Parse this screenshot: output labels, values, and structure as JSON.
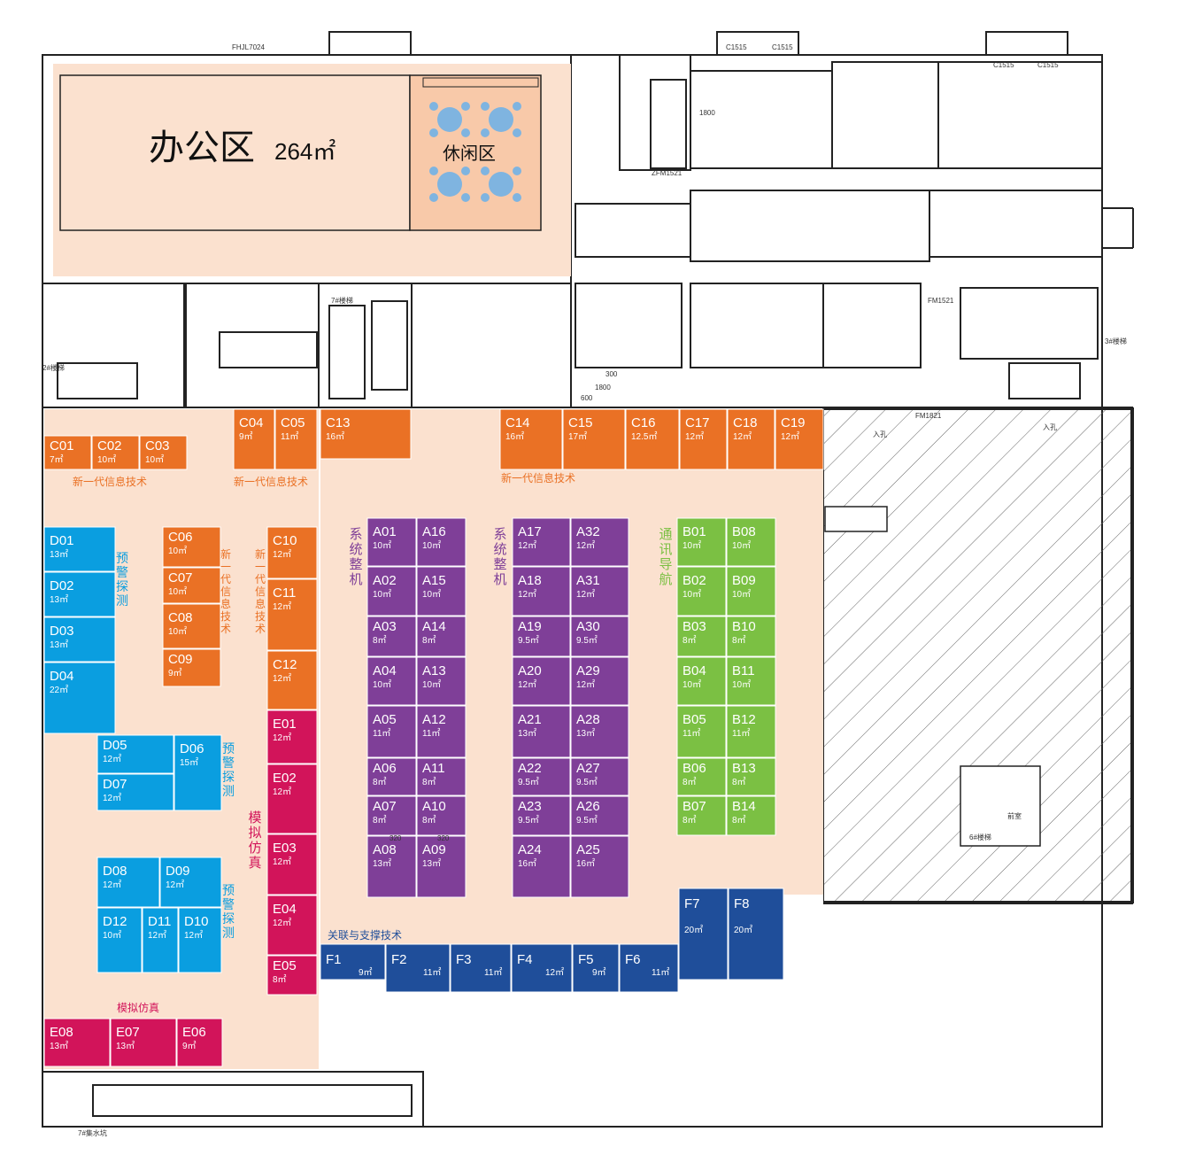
{
  "colors": {
    "zone_bg": "#fbe1cf",
    "orange": "#ea7125",
    "purple": "#7f3f98",
    "green": "#7bc043",
    "cyan": "#0a9ee0",
    "crimson": "#d2145a",
    "navy": "#1f4e9a",
    "office_bg": "#fbe1cf",
    "lounge_bg": "#f8c9a9",
    "table_blue": "#7fb4e0",
    "wall": "#222222",
    "hatch": "#555555"
  },
  "office": {
    "title": "办公区",
    "area": "264㎡",
    "lounge": "休闲区"
  },
  "zones": {
    "new_gen_it_top_left": "新一代信息技术",
    "new_gen_it_top_mid": "新一代信息技术",
    "new_gen_it_top_right": "新一代信息技术",
    "new_gen_it_vertical_a": "新一代信息技术",
    "new_gen_it_vertical_b": "新一代信息技术",
    "warning_detect_a": "预警探测",
    "warning_detect_b": "预警探测",
    "warning_detect_c": "预警探测",
    "simulation_vertical": "模拟仿真",
    "simulation_bottom": "模拟仿真",
    "system_integration_a": "系统整机",
    "system_integration_b": "系统整机",
    "comm_nav": "通讯导航",
    "support_tech": "关联与支撑技术"
  },
  "booths": [
    {
      "id": "C01",
      "area": "7㎡",
      "group": "orange"
    },
    {
      "id": "C02",
      "area": "10㎡",
      "group": "orange"
    },
    {
      "id": "C03",
      "area": "10㎡",
      "group": "orange"
    },
    {
      "id": "C04",
      "area": "9㎡",
      "group": "orange"
    },
    {
      "id": "C05",
      "area": "11㎡",
      "group": "orange"
    },
    {
      "id": "C13",
      "area": "16㎡",
      "group": "orange"
    },
    {
      "id": "C14",
      "area": "16㎡",
      "group": "orange"
    },
    {
      "id": "C15",
      "area": "17㎡",
      "group": "orange"
    },
    {
      "id": "C16",
      "area": "12.5㎡",
      "group": "orange"
    },
    {
      "id": "C17",
      "area": "12㎡",
      "group": "orange"
    },
    {
      "id": "C18",
      "area": "12㎡",
      "group": "orange"
    },
    {
      "id": "C19",
      "area": "12㎡",
      "group": "orange"
    },
    {
      "id": "C06",
      "area": "10㎡",
      "group": "orange"
    },
    {
      "id": "C07",
      "area": "10㎡",
      "group": "orange"
    },
    {
      "id": "C08",
      "area": "10㎡",
      "group": "orange"
    },
    {
      "id": "C09",
      "area": "9㎡",
      "group": "orange"
    },
    {
      "id": "C10",
      "area": "12㎡",
      "group": "orange"
    },
    {
      "id": "C11",
      "area": "12㎡",
      "group": "orange"
    },
    {
      "id": "C12",
      "area": "12㎡",
      "group": "orange"
    },
    {
      "id": "D01",
      "area": "13㎡",
      "group": "cyan"
    },
    {
      "id": "D02",
      "area": "13㎡",
      "group": "cyan"
    },
    {
      "id": "D03",
      "area": "13㎡",
      "group": "cyan"
    },
    {
      "id": "D04",
      "area": "22㎡",
      "group": "cyan"
    },
    {
      "id": "D05",
      "area": "12㎡",
      "group": "cyan"
    },
    {
      "id": "D06",
      "area": "15㎡",
      "group": "cyan"
    },
    {
      "id": "D07",
      "area": "12㎡",
      "group": "cyan"
    },
    {
      "id": "D08",
      "area": "12㎡",
      "group": "cyan"
    },
    {
      "id": "D09",
      "area": "12㎡",
      "group": "cyan"
    },
    {
      "id": "D12",
      "area": "10㎡",
      "group": "cyan"
    },
    {
      "id": "D11",
      "area": "12㎡",
      "group": "cyan"
    },
    {
      "id": "D10",
      "area": "12㎡",
      "group": "cyan"
    },
    {
      "id": "E01",
      "area": "12㎡",
      "group": "crimson"
    },
    {
      "id": "E02",
      "area": "12㎡",
      "group": "crimson"
    },
    {
      "id": "E03",
      "area": "12㎡",
      "group": "crimson"
    },
    {
      "id": "E04",
      "area": "12㎡",
      "group": "crimson"
    },
    {
      "id": "E05",
      "area": "8㎡",
      "group": "crimson"
    },
    {
      "id": "E08",
      "area": "13㎡",
      "group": "crimson"
    },
    {
      "id": "E07",
      "area": "13㎡",
      "group": "crimson"
    },
    {
      "id": "E06",
      "area": "9㎡",
      "group": "crimson"
    },
    {
      "id": "A01",
      "area": "10㎡",
      "group": "purple"
    },
    {
      "id": "A16",
      "area": "10㎡",
      "group": "purple"
    },
    {
      "id": "A02",
      "area": "10㎡",
      "group": "purple"
    },
    {
      "id": "A15",
      "area": "10㎡",
      "group": "purple"
    },
    {
      "id": "A03",
      "area": "8㎡",
      "group": "purple"
    },
    {
      "id": "A14",
      "area": "8㎡",
      "group": "purple"
    },
    {
      "id": "A04",
      "area": "10㎡",
      "group": "purple"
    },
    {
      "id": "A13",
      "area": "10㎡",
      "group": "purple"
    },
    {
      "id": "A05",
      "area": "11㎡",
      "group": "purple"
    },
    {
      "id": "A12",
      "area": "11㎡",
      "group": "purple"
    },
    {
      "id": "A06",
      "area": "8㎡",
      "group": "purple"
    },
    {
      "id": "A11",
      "area": "8㎡",
      "group": "purple"
    },
    {
      "id": "A07",
      "area": "8㎡",
      "group": "purple"
    },
    {
      "id": "A10",
      "area": "8㎡",
      "group": "purple"
    },
    {
      "id": "A08",
      "area": "13㎡",
      "group": "purple"
    },
    {
      "id": "A09",
      "area": "13㎡",
      "group": "purple"
    },
    {
      "id": "A17",
      "area": "12㎡",
      "group": "purple"
    },
    {
      "id": "A32",
      "area": "12㎡",
      "group": "purple"
    },
    {
      "id": "A18",
      "area": "12㎡",
      "group": "purple"
    },
    {
      "id": "A31",
      "area": "12㎡",
      "group": "purple"
    },
    {
      "id": "A19",
      "area": "9.5㎡",
      "group": "purple"
    },
    {
      "id": "A30",
      "area": "9.5㎡",
      "group": "purple"
    },
    {
      "id": "A20",
      "area": "12㎡",
      "group": "purple"
    },
    {
      "id": "A29",
      "area": "12㎡",
      "group": "purple"
    },
    {
      "id": "A21",
      "area": "13㎡",
      "group": "purple"
    },
    {
      "id": "A28",
      "area": "13㎡",
      "group": "purple"
    },
    {
      "id": "A22",
      "area": "9.5㎡",
      "group": "purple"
    },
    {
      "id": "A27",
      "area": "9.5㎡",
      "group": "purple"
    },
    {
      "id": "A23",
      "area": "9.5㎡",
      "group": "purple"
    },
    {
      "id": "A26",
      "area": "9.5㎡",
      "group": "purple"
    },
    {
      "id": "A24",
      "area": "16㎡",
      "group": "purple"
    },
    {
      "id": "A25",
      "area": "16㎡",
      "group": "purple"
    },
    {
      "id": "B01",
      "area": "10㎡",
      "group": "green"
    },
    {
      "id": "B08",
      "area": "10㎡",
      "group": "green"
    },
    {
      "id": "B02",
      "area": "10㎡",
      "group": "green"
    },
    {
      "id": "B09",
      "area": "10㎡",
      "group": "green"
    },
    {
      "id": "B03",
      "area": "8㎡",
      "group": "green"
    },
    {
      "id": "B10",
      "area": "8㎡",
      "group": "green"
    },
    {
      "id": "B04",
      "area": "10㎡",
      "group": "green"
    },
    {
      "id": "B11",
      "area": "10㎡",
      "group": "green"
    },
    {
      "id": "B05",
      "area": "11㎡",
      "group": "green"
    },
    {
      "id": "B12",
      "area": "11㎡",
      "group": "green"
    },
    {
      "id": "B06",
      "area": "8㎡",
      "group": "green"
    },
    {
      "id": "B13",
      "area": "8㎡",
      "group": "green"
    },
    {
      "id": "B07",
      "area": "8㎡",
      "group": "green"
    },
    {
      "id": "B14",
      "area": "8㎡",
      "group": "green"
    },
    {
      "id": "F1",
      "area": "9㎡",
      "group": "navy"
    },
    {
      "id": "F2",
      "area": "11㎡",
      "group": "navy"
    },
    {
      "id": "F3",
      "area": "11㎡",
      "group": "navy"
    },
    {
      "id": "F4",
      "area": "12㎡",
      "group": "navy"
    },
    {
      "id": "F5",
      "area": "9㎡",
      "group": "navy"
    },
    {
      "id": "F6",
      "area": "11㎡",
      "group": "navy"
    },
    {
      "id": "F7",
      "area": "20㎡",
      "group": "navy"
    },
    {
      "id": "F8",
      "area": "20㎡",
      "group": "navy"
    }
  ],
  "annotations": {
    "fhjl": "FHJL7024",
    "c1515_a": "C1515",
    "c1515_b": "C1515",
    "c1515_c": "C1515",
    "c1515_d": "C1515",
    "dim_1800": "1800",
    "zfm1521_a": "ZFM1521",
    "stair_7": "7#楼梯",
    "stair_2": "2#楼梯",
    "stair_3": "3#楼梯",
    "stair_6": "6#楼梯",
    "front_room": "前室",
    "fm1521": "FM1521",
    "fm1821": "FM1821",
    "dim_600": "600",
    "dim_1800b": "1800",
    "dim_300": "300",
    "entrance_a": "入孔",
    "entrance_b": "入孔",
    "sump": "7#集水坑",
    "dim_320a": "320",
    "dim_320b": "320"
  }
}
